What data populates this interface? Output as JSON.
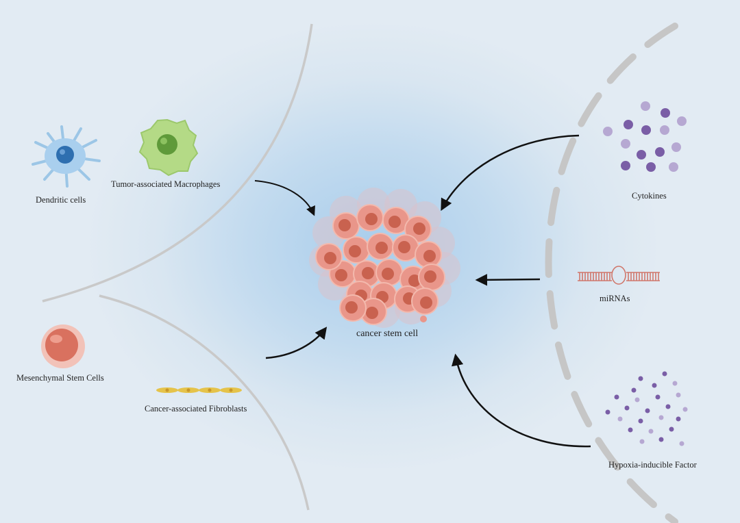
{
  "diagram": {
    "center": {
      "label": "cancer  stem cell"
    },
    "cell_sources": {
      "dendritic": {
        "label": "Dendritic cells"
      },
      "macrophage": {
        "label": "Tumor-associated Macrophages"
      },
      "msc": {
        "label": "Mesenchymal Stem Cells"
      },
      "fibroblast": {
        "label": "Cancer-associated Fibroblasts"
      }
    },
    "factors": {
      "cytokines": {
        "label": "Cytokines"
      },
      "mirnas": {
        "label": "miRNAs"
      },
      "hif": {
        "label": "Hypoxia-inducible Factor"
      }
    },
    "colors": {
      "boundary": "#c9c9c9",
      "arrow": "#111111",
      "tumor": "#e9968a",
      "tumor_nucleus": "#c9624f",
      "dendritic": "#9cc6e6",
      "dendritic_nucleus": "#2e6fb0",
      "macrophage": "#a9d47a",
      "macrophage_nucleus": "#5f9a3a",
      "msc": "#e4867a",
      "fibroblast": "#e5c34a",
      "dot_dark": "#7a5ea6",
      "dot_light": "#b6a8d2",
      "mirna": "#d0766a"
    }
  }
}
